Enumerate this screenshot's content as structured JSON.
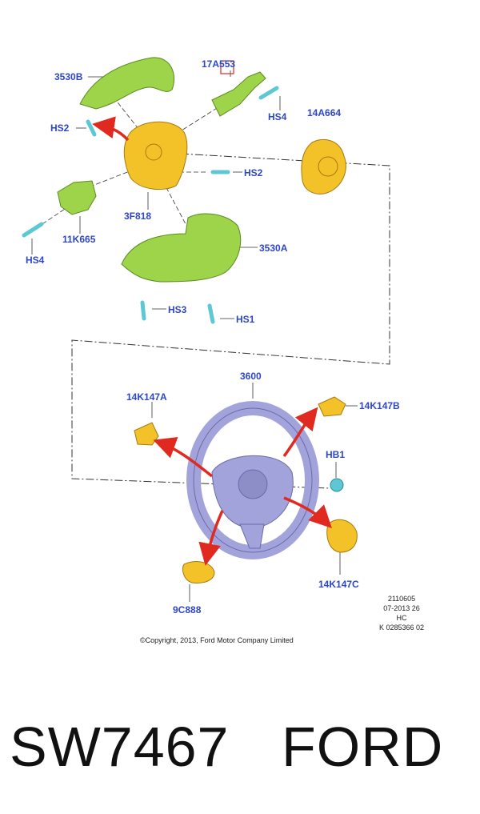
{
  "labels": {
    "p3530b": "3530B",
    "p17a553": "17A553",
    "hs4_top": "HS4",
    "p14a664": "14A664",
    "hs2_left": "HS2",
    "hs2_right": "HS2",
    "p3f818": "3F818",
    "p11k665": "11K665",
    "hs4_left": "HS4",
    "p3530a": "3530A",
    "hs3": "HS3",
    "hs1": "HS1",
    "p3600": "3600",
    "p14k147a": "14K147A",
    "p14k147b": "14K147B",
    "hb1": "HB1",
    "p14k147c": "14K147C",
    "p9c888": "9C888"
  },
  "reference_block": {
    "line1": "2110605",
    "line2": "07-2013 26",
    "line3": "HC",
    "line4": "K 0285366 02"
  },
  "copyright": "©Copyright, 2013, Ford Motor Company Limited",
  "caption": {
    "part_number": "SW7467",
    "brand": "FORD"
  },
  "colors": {
    "label_blue": "#2e46c8",
    "green_part": "#9ed44a",
    "yellow_part": "#f2c228",
    "steel_blue": "#5cc8d4",
    "wheel": "#a3a3dc",
    "arrow_red": "#e02a20"
  }
}
